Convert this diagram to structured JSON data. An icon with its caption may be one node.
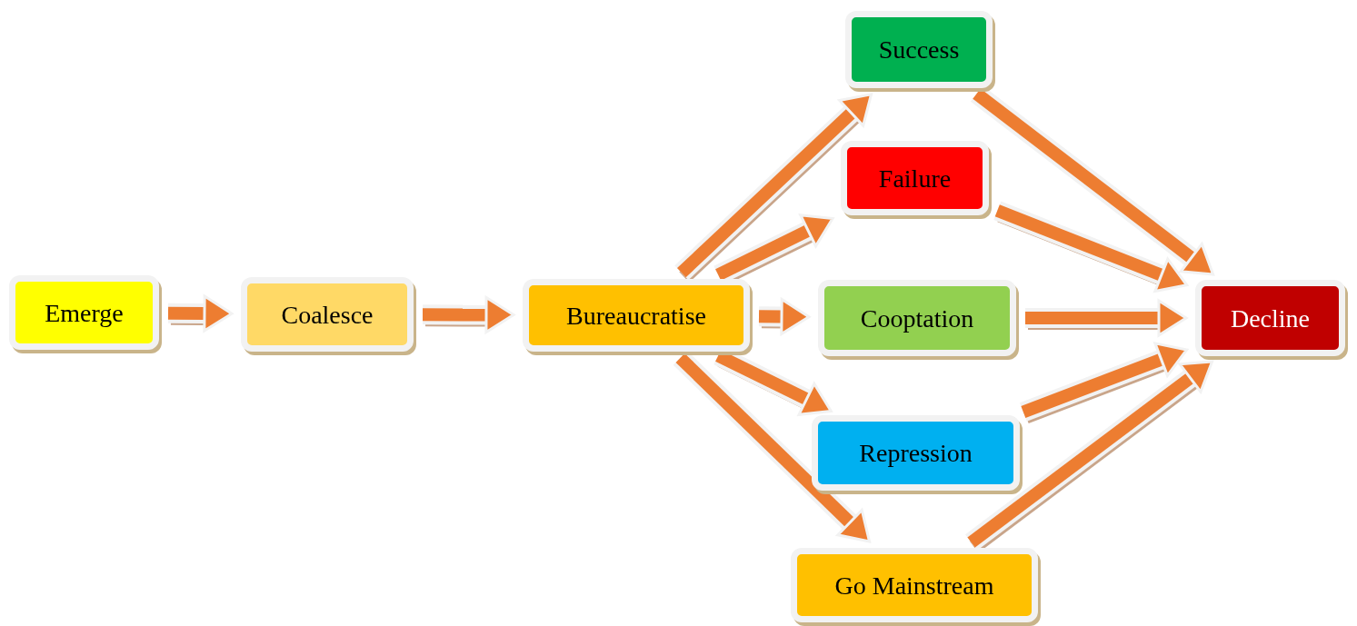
{
  "diagram": {
    "nodes": [
      {
        "text": [
          "Emerge"
        ]
      },
      {
        "text": [
          "Coalesce"
        ]
      },
      {
        "text": [
          "Bureaucratise"
        ]
      },
      {
        "text": [
          "Success"
        ]
      },
      {
        "text": [
          "Failure"
        ]
      },
      {
        "text": [
          "Cooptation"
        ]
      },
      {
        "text": [
          "Repression"
        ]
      },
      {
        "text": [
          "Go Mainstream"
        ]
      },
      {
        "text": [
          "Decline"
        ]
      }
    ],
    "edges": [
      {
        "from": 0,
        "to": 1,
        "arrow": "to"
      },
      {
        "from": 1,
        "to": 2,
        "arrow": "to"
      },
      {
        "from": 2,
        "to": 3,
        "arrow": "to"
      },
      {
        "from": 2,
        "to": 4,
        "arrow": "to"
      },
      {
        "from": 2,
        "to": 5,
        "arrow": "to"
      },
      {
        "from": 2,
        "to": 6,
        "arrow": "to"
      },
      {
        "from": 2,
        "to": 7,
        "arrow": "to"
      },
      {
        "from": 3,
        "to": 8,
        "arrow": "to"
      },
      {
        "from": 4,
        "to": 8,
        "arrow": "to"
      },
      {
        "from": 5,
        "to": 8,
        "arrow": "to"
      },
      {
        "from": 6,
        "to": 8,
        "arrow": "to"
      },
      {
        "from": 7,
        "to": 8,
        "arrow": "to"
      }
    ]
  }
}
